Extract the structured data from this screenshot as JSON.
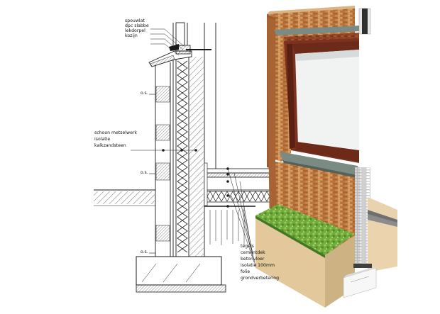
{
  "labels": {
    "top_group": [
      "spouwlat",
      "dpc slabbe",
      "lekdorpel",
      "kozijn"
    ],
    "wall_group": [
      "schoon metselwerk",
      "isolatie",
      "kalkzandsteen"
    ],
    "floor_group": [
      "tegels",
      "cementdek",
      "betonvloer",
      "isolatie 100mm",
      "folie",
      "grondverbetering"
    ],
    "level_marks": [
      "o.s.",
      "o.s.",
      "o.s."
    ]
  },
  "colors": {
    "line": "#1a1a1a",
    "brick": "#b5733f",
    "brick_dark": "#8a4a22",
    "brick_face": "#c98a4d",
    "glass": "#f0f2f2",
    "frame": "#7a2f1c",
    "sill": "#7b8a82",
    "grass": "#6aa33a",
    "sand": "#e0c9a0",
    "insulation": "#f2f2f2",
    "dpc": "#555555"
  }
}
